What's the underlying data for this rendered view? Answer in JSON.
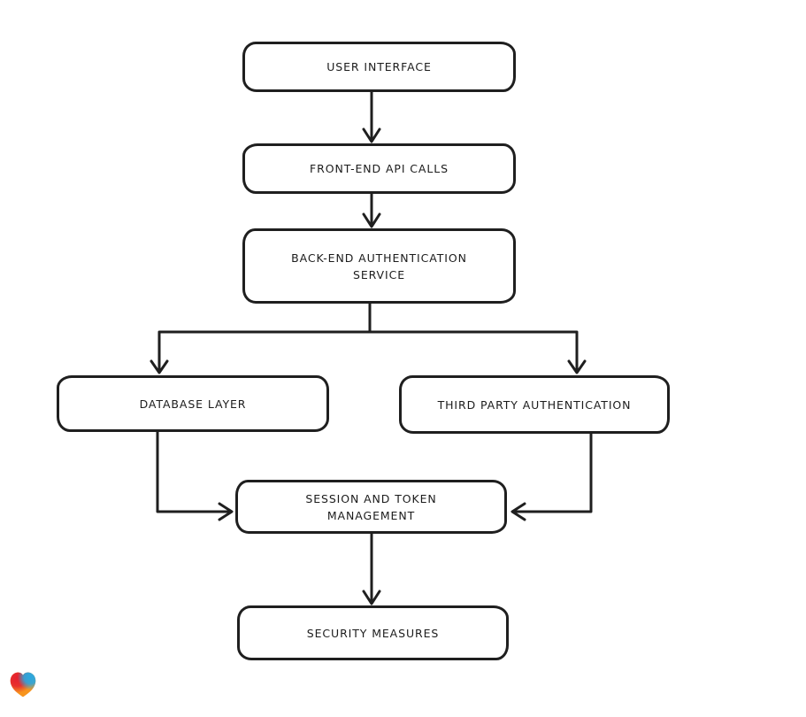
{
  "canvas": {
    "background": "#ffffff",
    "stroke_color": "#1f1f1f",
    "node_fill": "#ffffff"
  },
  "diagram": {
    "type": "flowchart",
    "nodes": [
      {
        "id": "user-interface",
        "label": "USER INTERFACE"
      },
      {
        "id": "front-end-api-calls",
        "label": "FRONT-END API CALLS"
      },
      {
        "id": "back-end-authentication-service",
        "label": "BACK-END AUTHENTICATION SERVICE"
      },
      {
        "id": "database-layer",
        "label": "DATABASE LAYER"
      },
      {
        "id": "third-party-authentication",
        "label": "THIRD PARTY AUTHENTICATION"
      },
      {
        "id": "session-and-token-management",
        "label": "SESSION AND TOKEN MANAGEMENT"
      },
      {
        "id": "security-measures",
        "label": "SECURITY MEASURES"
      }
    ],
    "edges": [
      {
        "from": "user-interface",
        "to": "front-end-api-calls"
      },
      {
        "from": "front-end-api-calls",
        "to": "back-end-authentication-service"
      },
      {
        "from": "back-end-authentication-service",
        "to": "database-layer"
      },
      {
        "from": "back-end-authentication-service",
        "to": "third-party-authentication"
      },
      {
        "from": "database-layer",
        "to": "session-and-token-management"
      },
      {
        "from": "third-party-authentication",
        "to": "session-and-token-management"
      },
      {
        "from": "session-and-token-management",
        "to": "security-measures"
      }
    ]
  },
  "logo": {
    "icon": "heart-icon",
    "colors": {
      "red": "#e51f2f",
      "orange": "#f7941e",
      "blue": "#2aa7e0",
      "green": "#58b96c"
    }
  }
}
